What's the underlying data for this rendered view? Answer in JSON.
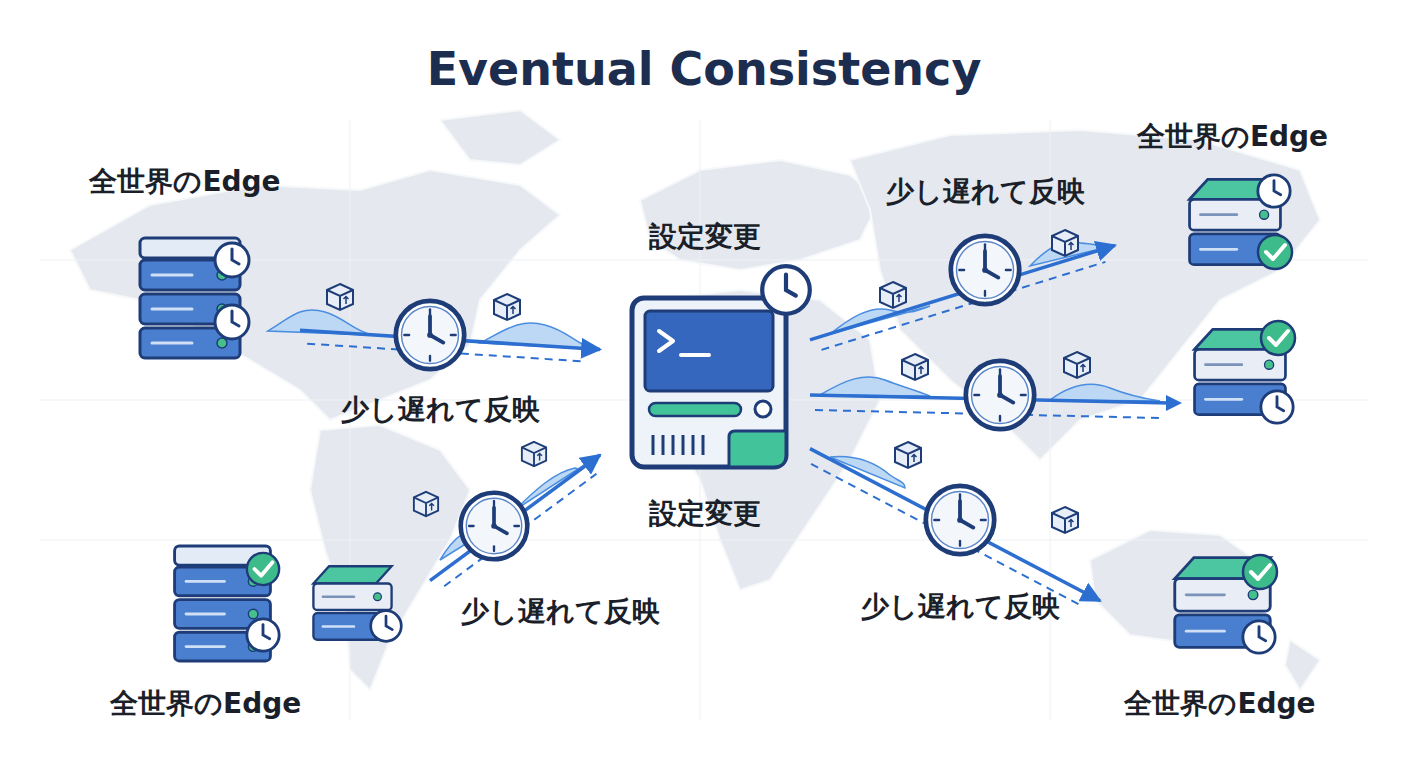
{
  "diagram": {
    "title": "Eventual Consistency",
    "nodes": [
      {
        "text": [
          "全世界のEdge"
        ]
      },
      {
        "text": [
          "全世界のEdge"
        ]
      },
      {
        "text": [
          "設定変更",
          "設定変更"
        ]
      },
      {
        "text": [
          "全世界のEdge"
        ]
      },
      {
        "text": [
          "全世界のEdge"
        ]
      }
    ],
    "edges": [
      {
        "from": 0,
        "to": 2,
        "arrow": "to",
        "label": "少し遅れて反映"
      },
      {
        "from": 3,
        "to": 2,
        "arrow": "to",
        "label": "少し遅れて反映"
      },
      {
        "from": 2,
        "to": 1,
        "arrow": "to",
        "label": "少し遅れて反映"
      },
      {
        "from": 2,
        "to": 4,
        "arrow": "to",
        "label": "少し遅れて反映"
      }
    ]
  }
}
